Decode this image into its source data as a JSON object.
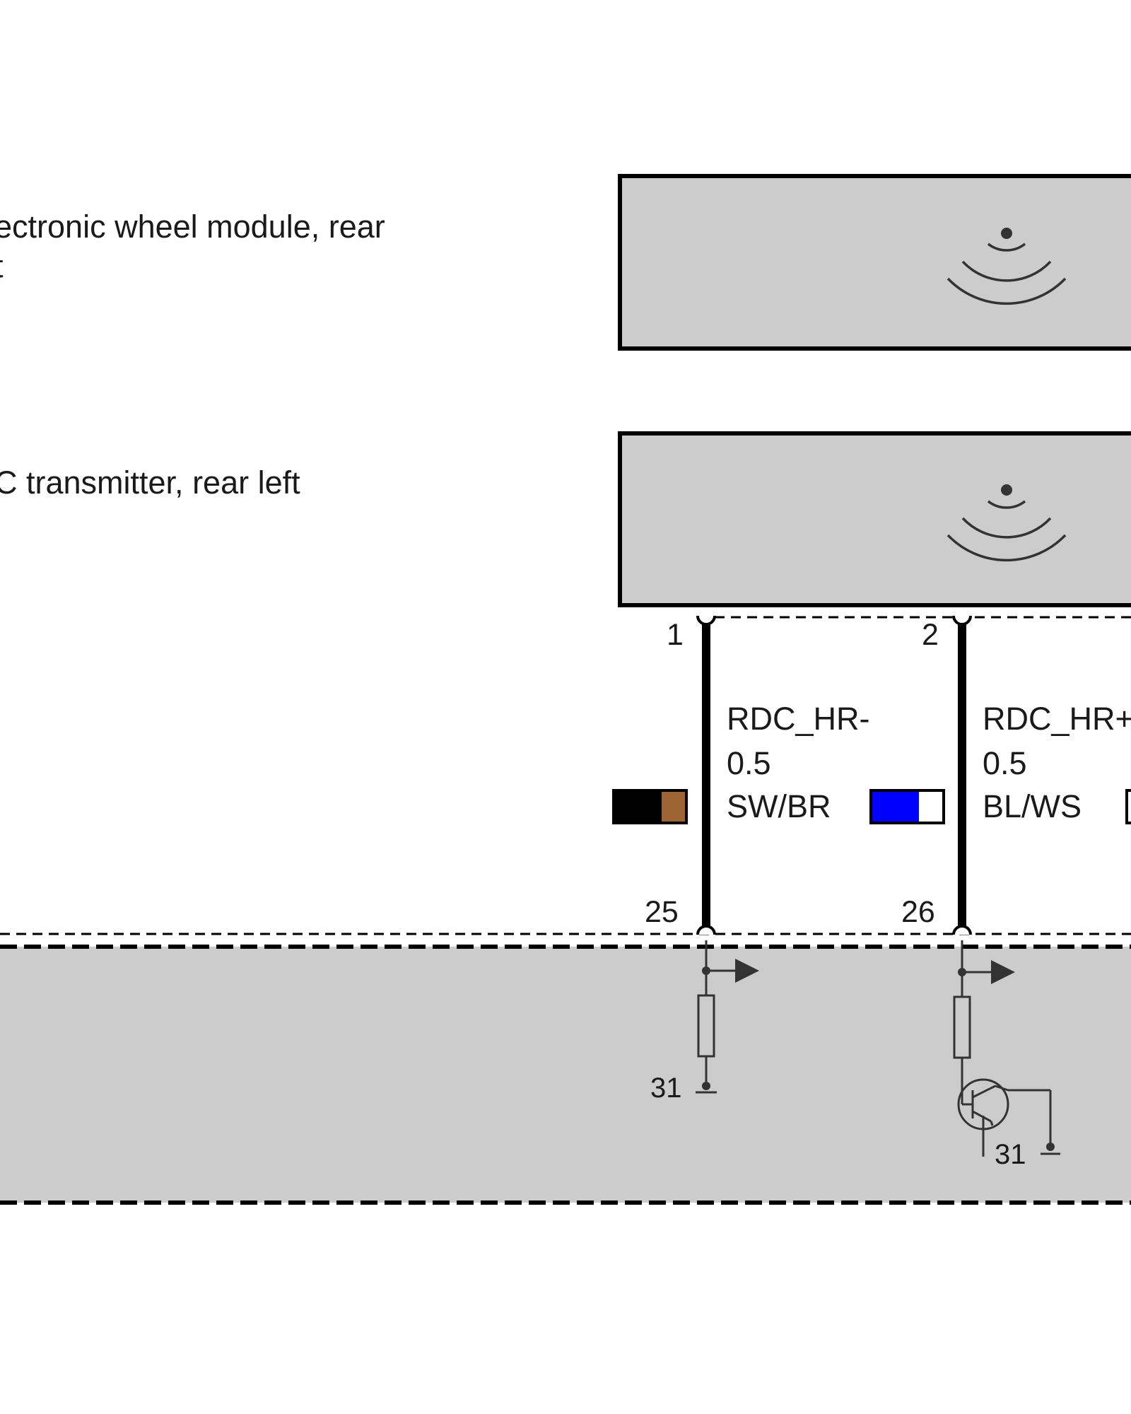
{
  "components": [
    {
      "id": "wheel_module",
      "label_line1": "ectronic wheel module, rear",
      "label_line2": "t",
      "icon": "wireless-signal-icon"
    },
    {
      "id": "rdc_transmitter",
      "label_line1": "C transmitter, rear left",
      "icon": "wireless-signal-icon"
    }
  ],
  "wires": [
    {
      "from_pin": "1",
      "to_pin": "25",
      "signal": "RDC_HR-",
      "cross_section": "0.5",
      "color_code": "SW/BR",
      "colors": [
        "#000000",
        "#9b6432"
      ]
    },
    {
      "from_pin": "2",
      "to_pin": "26",
      "signal": "RDC_HR+",
      "cross_section": "0.5",
      "color_code": "BL/WS",
      "colors": [
        "#0000ff",
        "#ffffff"
      ]
    }
  ],
  "ground_labels": [
    "31",
    "31"
  ],
  "colors": {
    "module_fill": "#cccccc",
    "line": "#000000",
    "circuit": "#333333"
  }
}
